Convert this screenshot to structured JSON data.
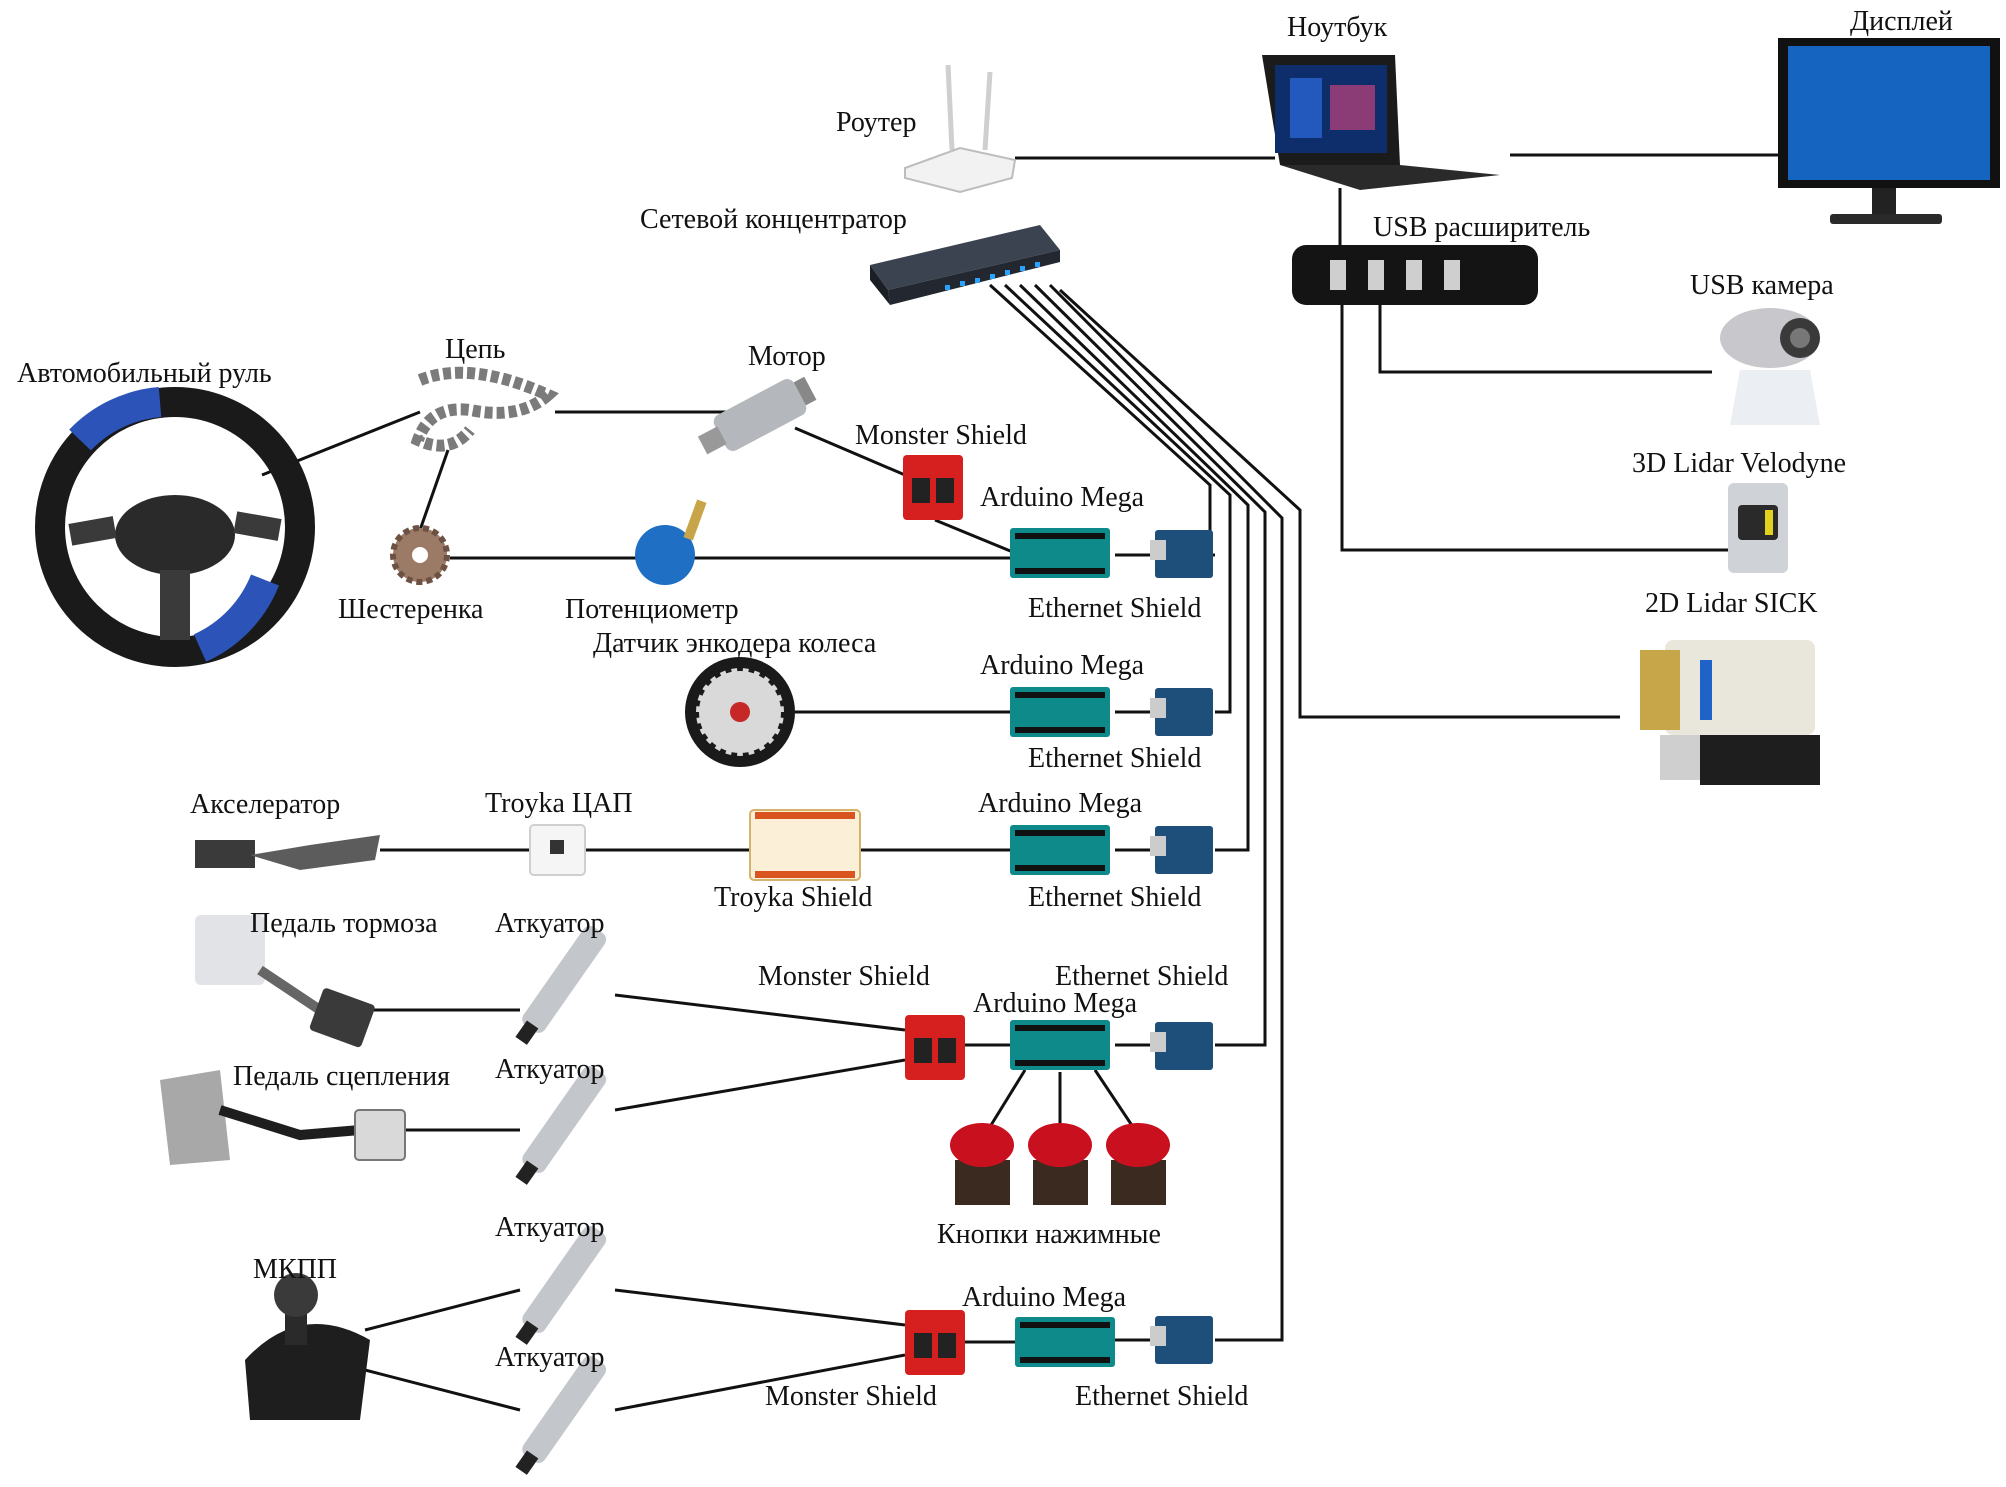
{
  "labels": {
    "router": "Роутер",
    "hub": "Сетевой концентратор",
    "laptop": "Ноутбук",
    "display": "Дисплей",
    "usb_hub": "USB расширитель",
    "usb_camera": "USB камера",
    "lidar_3d": "3D Lidar Velodyne",
    "lidar_2d": "2D Lidar SICK",
    "steering_wheel": "Автомобильный руль",
    "chain": "Цепь",
    "motor": "Мотор",
    "monster_shield_1": "Monster Shield",
    "arduino_mega_1": "Arduino Mega",
    "gear": "Шестеренка",
    "potentiometer": "Потенциометр",
    "ethernet_shield_1": "Ethernet Shield",
    "wheel_encoder": "Датчик энкодера колеса",
    "arduino_mega_2": "Arduino Mega",
    "ethernet_shield_2": "Ethernet Shield",
    "accelerator": "Акселератор",
    "troyka_dac": "Troyka ЦАП",
    "arduino_mega_3": "Arduino Mega",
    "troyka_shield": "Troyka Shield",
    "ethernet_shield_3": "Ethernet Shield",
    "brake_pedal": "Педаль тормоза",
    "actuator_1": "Аткуатор",
    "monster_shield_2": "Monster Shield",
    "ethernet_shield_4": "Ethernet Shield",
    "arduino_mega_4": "Arduino Mega",
    "clutch_pedal": "Педаль сцепления",
    "actuator_2": "Аткуатор",
    "push_buttons": "Кнопки нажимные",
    "actuator_3": "Аткуатор",
    "gearbox": "МКПП",
    "arduino_mega_5": "Arduino Mega",
    "actuator_4": "Аткуатор",
    "monster_shield_3": "Monster Shield",
    "ethernet_shield_5": "Ethernet Shield"
  },
  "colors": {
    "arduino": "#0e8a8a",
    "ethernet": "#1d4f7a",
    "monster": "#d62020",
    "wheel_accent": "#2c54b8",
    "wire": "#111111"
  }
}
